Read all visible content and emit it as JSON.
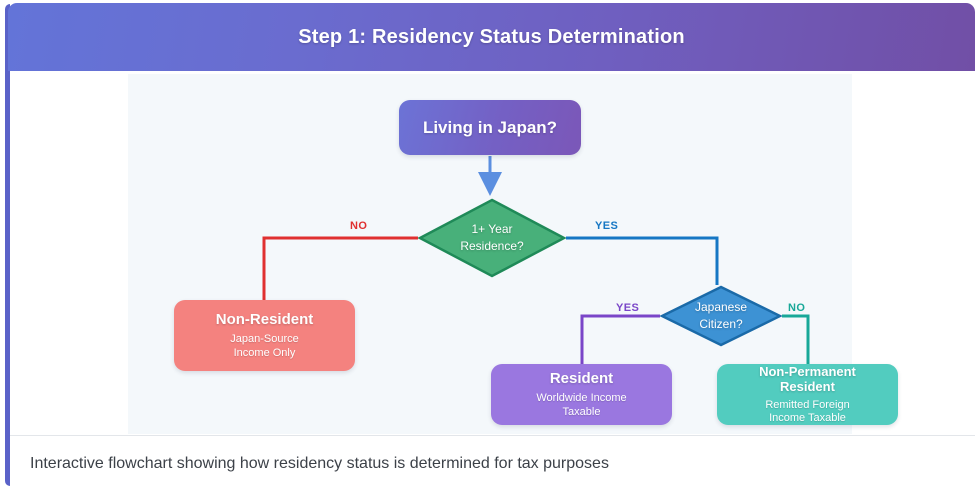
{
  "header": {
    "title": "Step 1: Residency Status Determination",
    "gradient_from": "#6374d8",
    "gradient_to": "#714fa6"
  },
  "caption": {
    "text": "Interactive flowchart showing how residency status is determined for tax purposes"
  },
  "flowchart": {
    "background": "#f4f8fb",
    "nodes": {
      "start": {
        "title": "Living in Japan?",
        "color_from": "#6c73d6",
        "color_to": "#7b57b8"
      },
      "decision_year": {
        "line1": "1+ Year",
        "line2": "Residence?",
        "color": "#48b07a",
        "stroke": "#1f8a58"
      },
      "decision_citizen": {
        "line1": "Japanese",
        "line2": "Citizen?",
        "color": "#3d92d4",
        "stroke": "#1a6aa8"
      },
      "non_resident": {
        "title": "Non-Resident",
        "sub_line1": "Japan-Source",
        "sub_line2": "Income Only",
        "color": "#f4827f"
      },
      "resident": {
        "title": "Resident",
        "sub_line1": "Worldwide Income",
        "sub_line2": "Taxable",
        "color": "#9a77e0"
      },
      "non_permanent_resident": {
        "title_line1": "Non-Permanent",
        "title_line2": "Resident",
        "sub_line1": "Remitted Foreign",
        "sub_line2": "Income Taxable",
        "color": "#52ccbf"
      }
    },
    "edges": {
      "start_to_year": {
        "label": "",
        "color": "#5b8fe0"
      },
      "year_no": {
        "label": "NO",
        "color": "#e03030"
      },
      "year_yes": {
        "label": "YES",
        "color": "#1677c4"
      },
      "citizen_yes": {
        "label": "YES",
        "color": "#7a46c8"
      },
      "citizen_no": {
        "label": "NO",
        "color": "#18a898"
      }
    }
  }
}
